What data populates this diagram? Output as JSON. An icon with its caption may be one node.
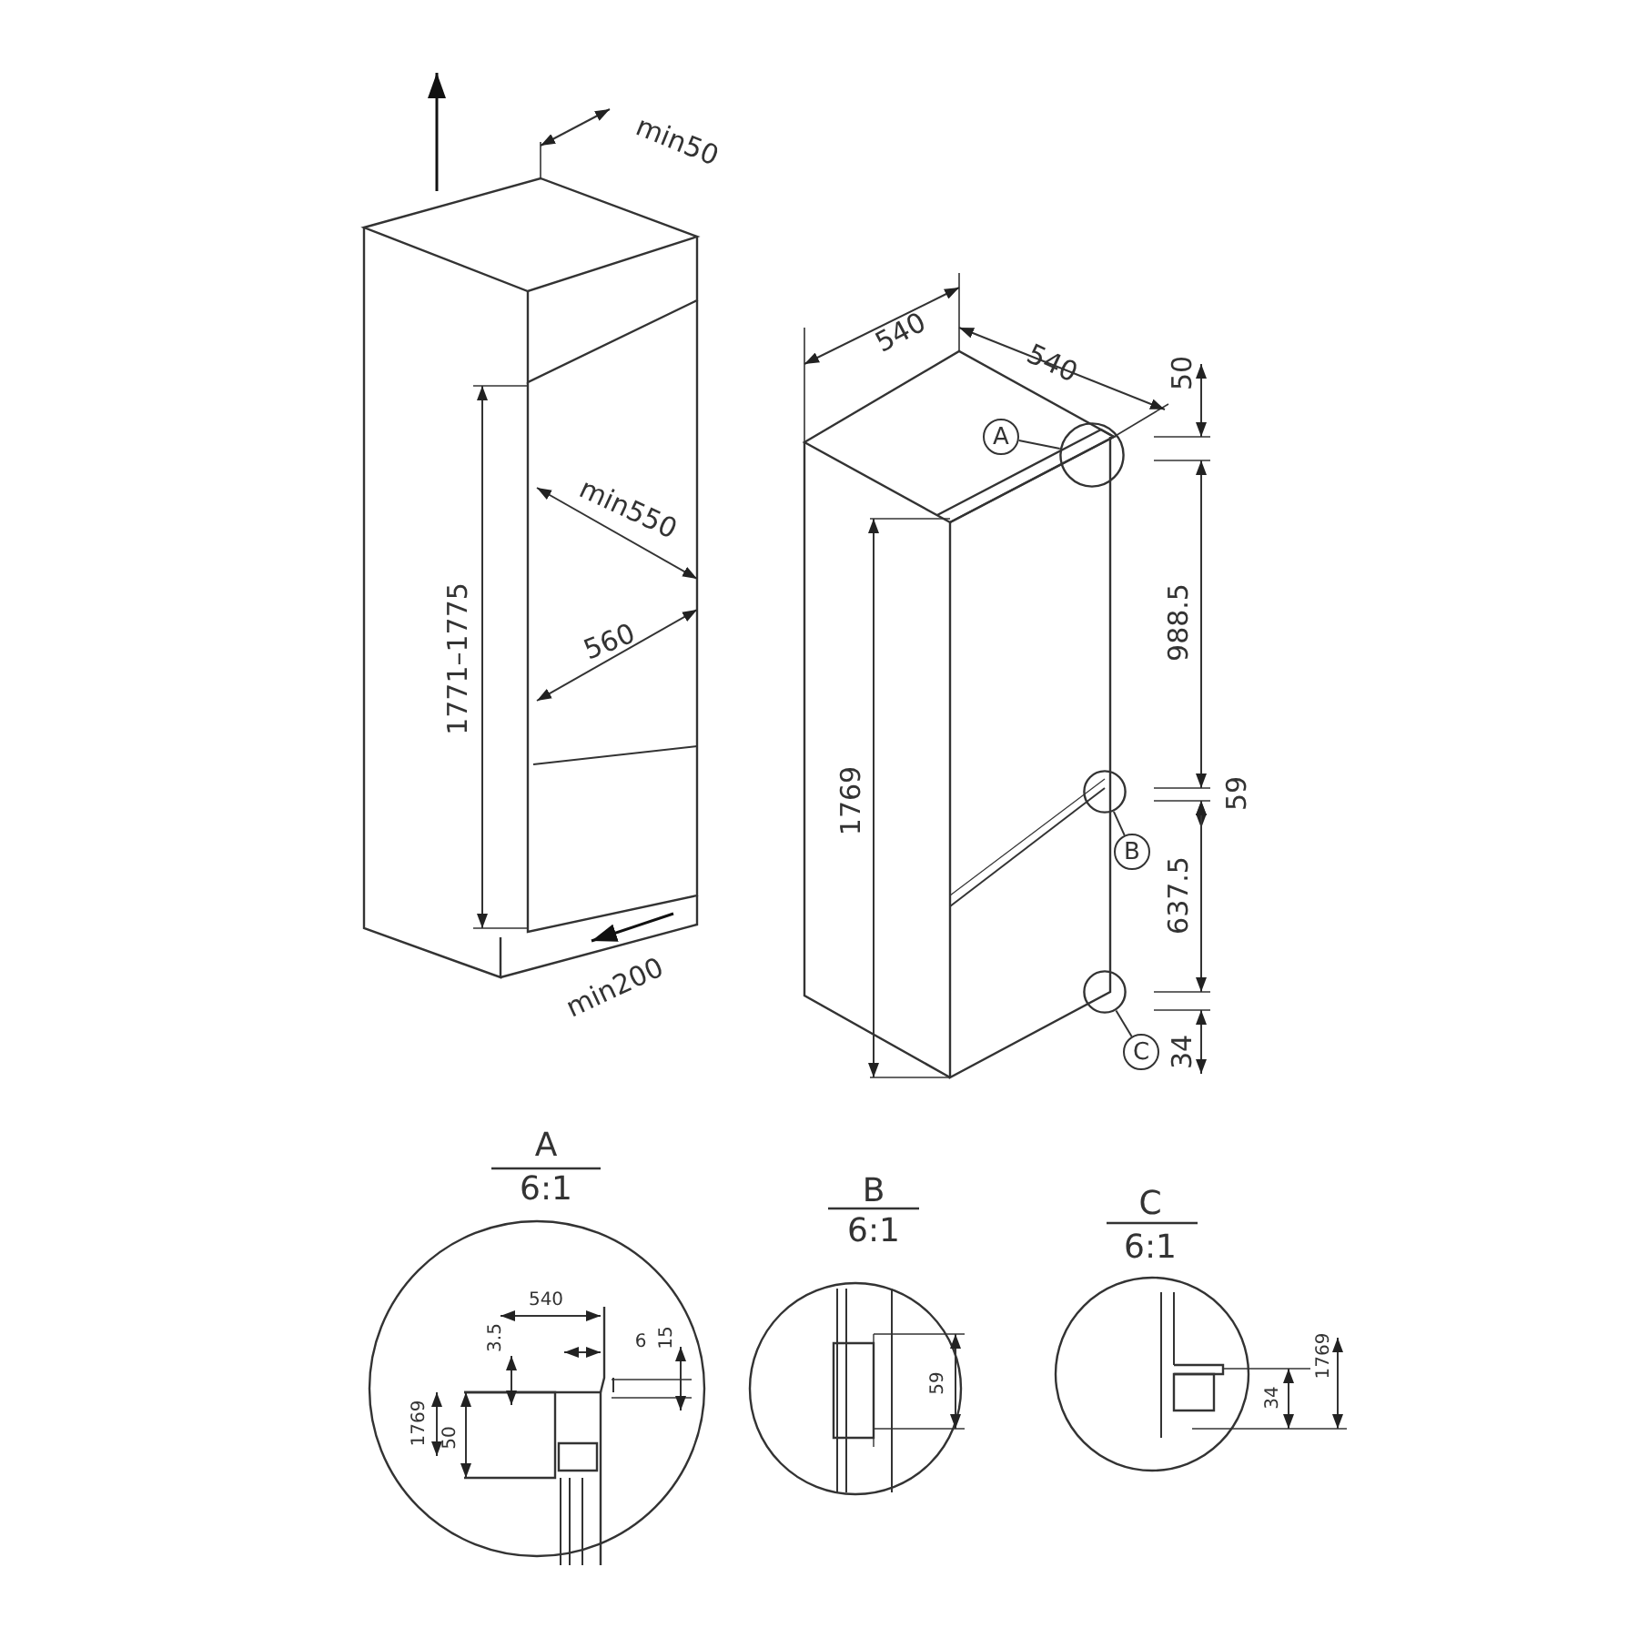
{
  "diagram": {
    "nodes": [
      {
        "text": [
          "A"
        ]
      },
      {
        "text": [],
        "shape": "circle"
      },
      {
        "text": [
          "B"
        ]
      },
      {
        "text": [],
        "shape": "circle"
      },
      {
        "text": [
          "C"
        ]
      },
      {
        "text": [],
        "shape": "circle"
      }
    ],
    "edges": [
      {
        "from": 0,
        "to": 1,
        "arrow": "none"
      },
      {
        "from": 2,
        "to": 3,
        "arrow": "none"
      },
      {
        "from": 4,
        "to": 5,
        "arrow": "none"
      }
    ],
    "labels": [
      "min50",
      "540",
      "540",
      "50",
      "1771–1775",
      "min550",
      "560",
      "988.5",
      "1769",
      "59",
      "637.5",
      "min200",
      "34",
      "A",
      "6:1",
      "B",
      "6:1",
      "C",
      "6:1",
      "540",
      "3.5",
      "6",
      "15",
      "1769",
      "50",
      "59",
      "1769",
      "34"
    ]
  }
}
